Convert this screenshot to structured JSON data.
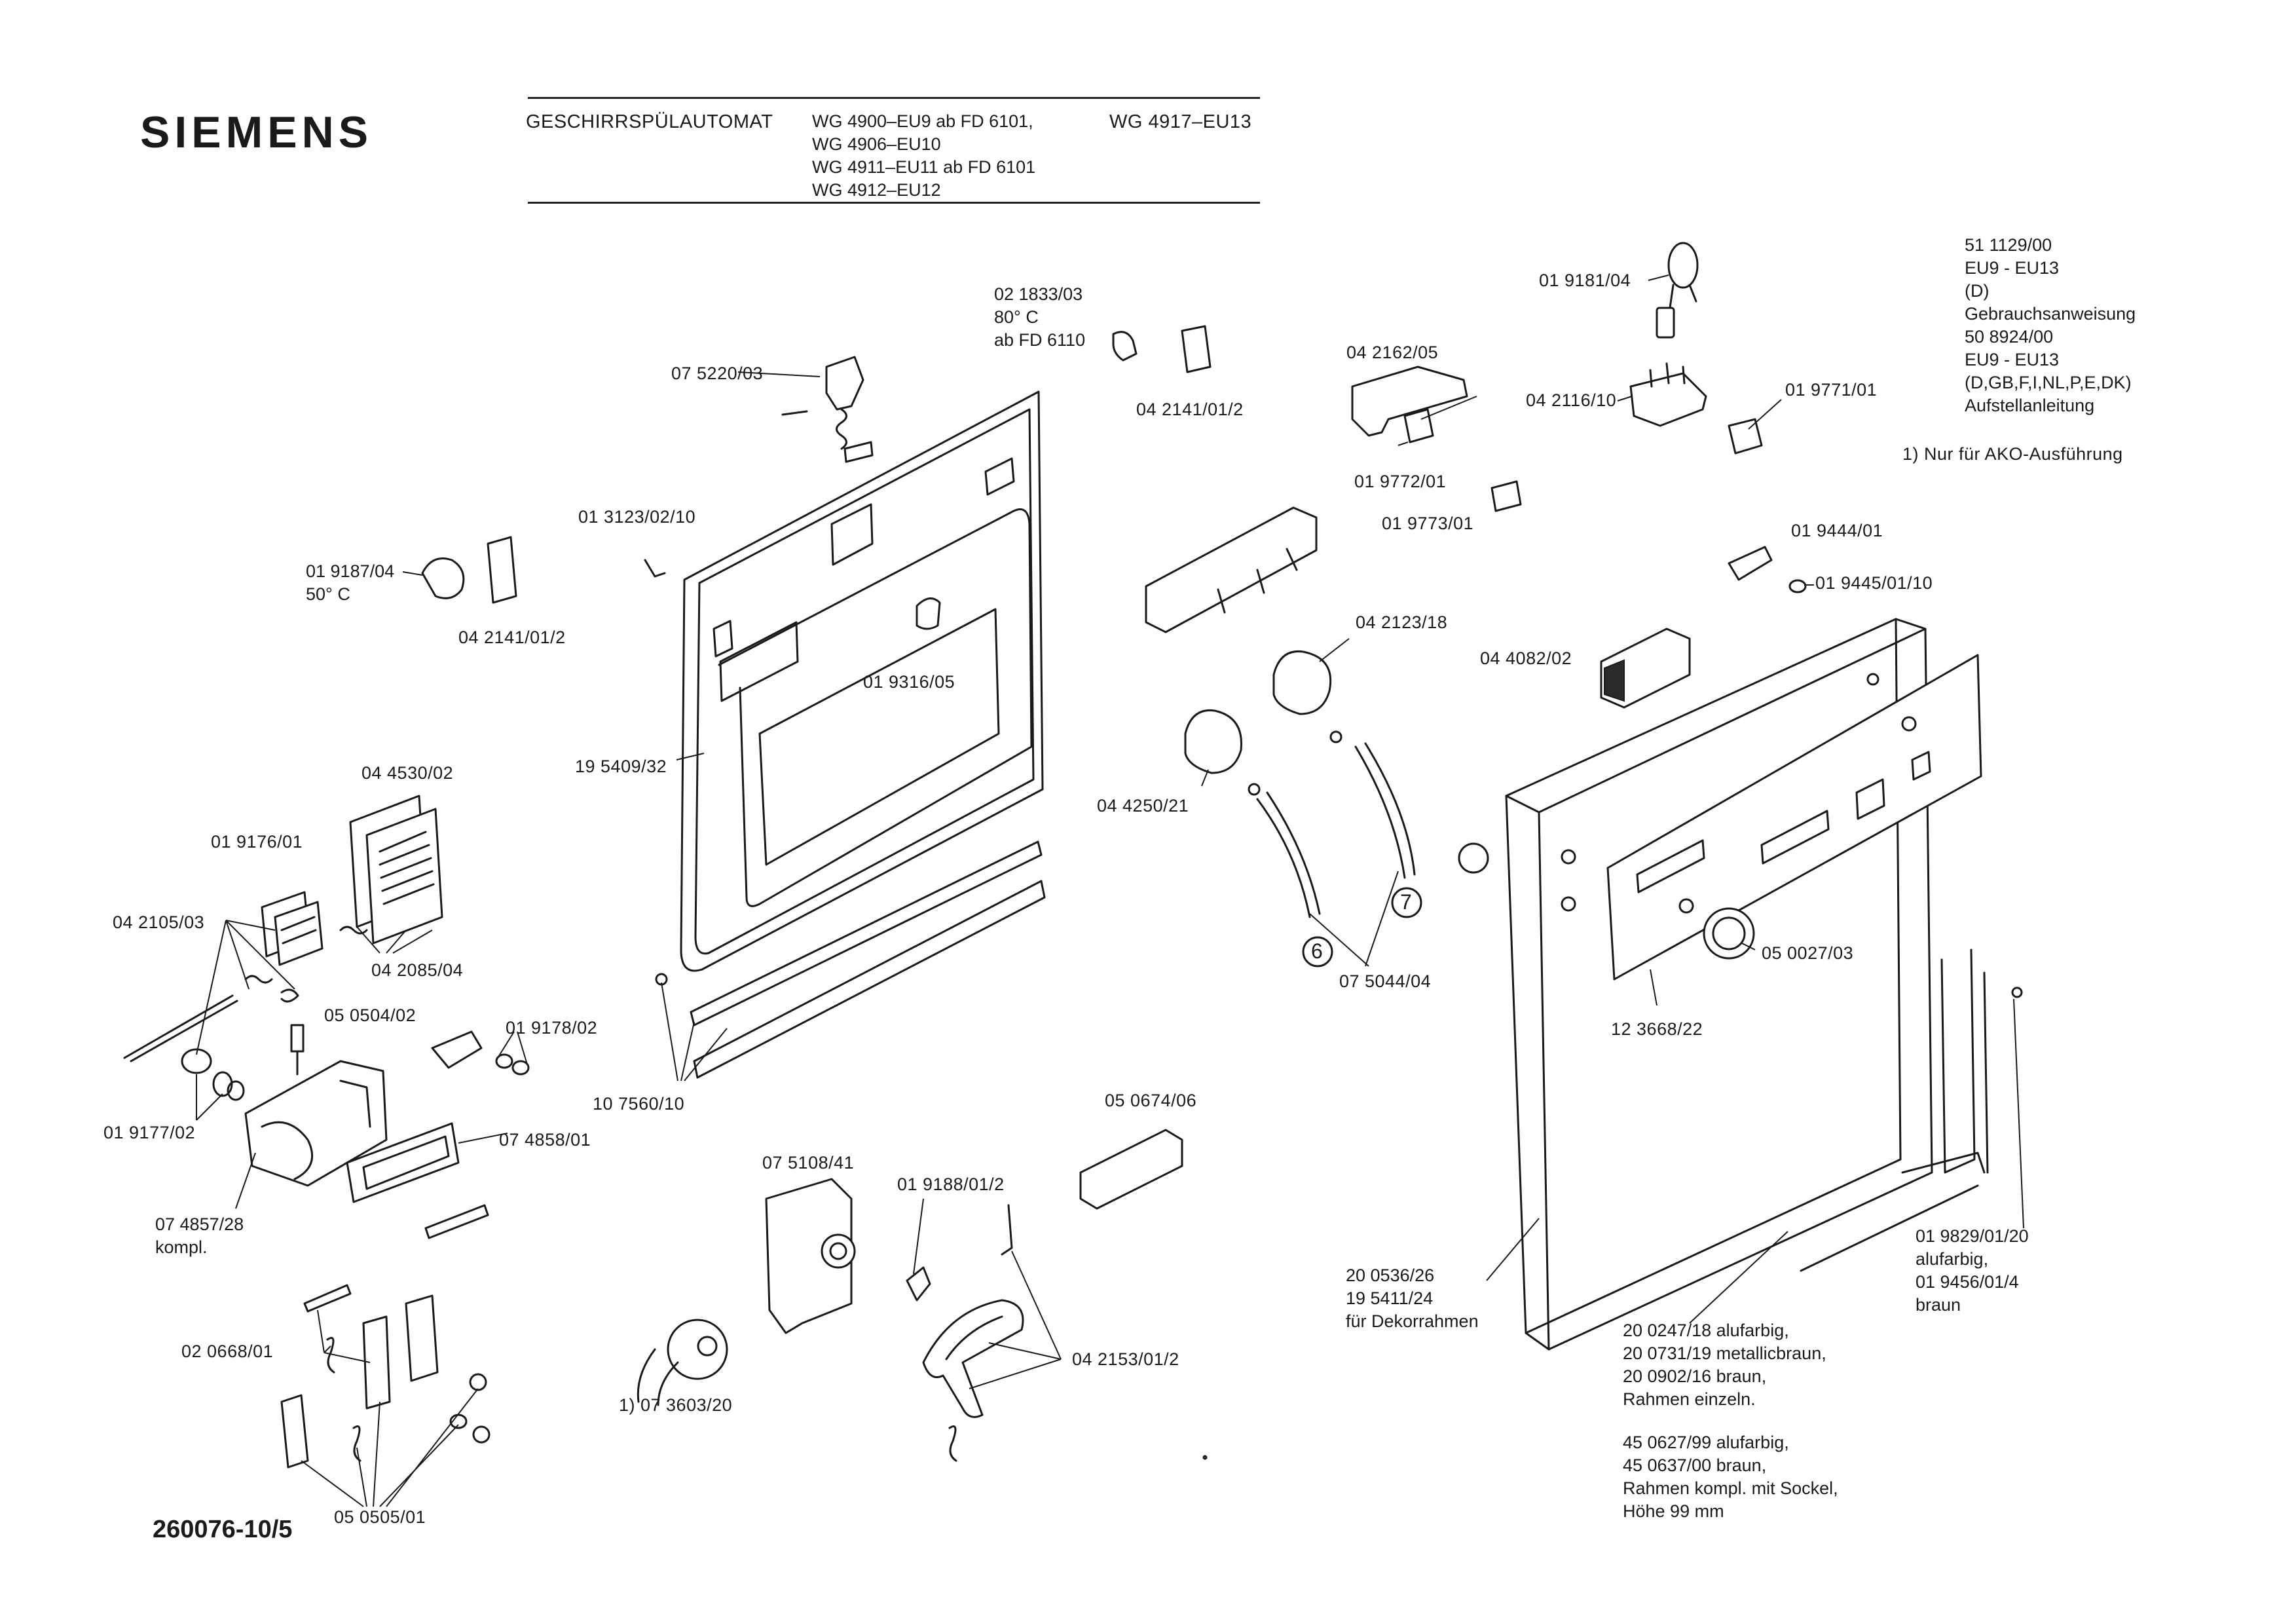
{
  "brand": "SIEMENS",
  "header": {
    "product": "GESCHIRRSPÜLAUTOMAT",
    "lines": [
      "WG 4900–EU9   ab FD 6101,",
      "WG 4906–EU10",
      "WG 4911–EU11  ab FD 6101",
      "WG 4912–EU12"
    ],
    "extra_model": "WG 4917–EU13"
  },
  "notes": {
    "docs": [
      "51 1129/00",
      "EU9 - EU13",
      "(D)",
      "Gebrauchsanweisung",
      "50 8924/00",
      "EU9 - EU13",
      "(D,GB,F,I,NL,P,E,DK)",
      "Aufstellanleitung"
    ],
    "footnote": "1) Nur für AKO-Ausführung"
  },
  "labels": {
    "p_021833": [
      "02 1833/03",
      "80° C",
      "ab FD 6110"
    ],
    "p_075220": "07 5220/03",
    "p_042141_top": "04 2141/01/2",
    "p_042162": "04 2162/05",
    "p_019181": "01 9181/04",
    "p_042116": "04 2116/10",
    "p_019771": "01 9771/01",
    "p_019772": "01 9772/01",
    "p_019773": "01 9773/01",
    "p_013123": "01 3123/02/10",
    "p_019187": [
      "01 9187/04",
      "50° C"
    ],
    "p_042141_left": "04 2141/01/2",
    "p_019316": "01 9316/05",
    "p_019444": "01 9444/01",
    "p_019445": "01 9445/01/10",
    "p_042123": "04 2123/18",
    "p_044082": "04 4082/02",
    "p_195409": "19 5409/32",
    "p_044530": "04 4530/02",
    "p_044250": "04 4250/21",
    "p_019176": "01 9176/01",
    "p_042105": "04 2105/03",
    "p_042085": "04 2085/04",
    "p_circ7": "7",
    "p_circ6": "6",
    "p_050504": "05 0504/02",
    "p_019178": "01 9178/02",
    "p_075044": "07 5044/04",
    "p_050027": "05 0027/03",
    "p_019177": "01 9177/02",
    "p_123668": "12 3668/22",
    "p_107560": "10 7560/10",
    "p_074858": "07 4858/01",
    "p_050674": "05 0674/06",
    "p_074857": [
      "07 4857/28",
      "kompl."
    ],
    "p_075108": "07 5108/41",
    "p_019188": "01 9188/01/2",
    "p_019829": [
      "01 9829/01/20",
      "alufarbig,",
      "01 9456/01/4",
      "braun"
    ],
    "p_200536": [
      "20 0536/26",
      "19 5411/24",
      "für Dekorrahmen"
    ],
    "p_020668": "02 0668/01",
    "p_042153": "04 2153/01/2",
    "p_073603": "1)  07 3603/20",
    "p_200247": [
      "20 0247/18  alufarbig,",
      "20 0731/19  metallicbraun,",
      "20 0902/16  braun,",
      "Rahmen einzeln."
    ],
    "p_450627": [
      "45 0627/99  alufarbig,",
      "45 0637/00  braun,",
      "Rahmen kompl. mit Sockel,",
      "Höhe 99 mm"
    ],
    "p_050505": "05 0505/01"
  },
  "doc_number": "260076-10/5"
}
